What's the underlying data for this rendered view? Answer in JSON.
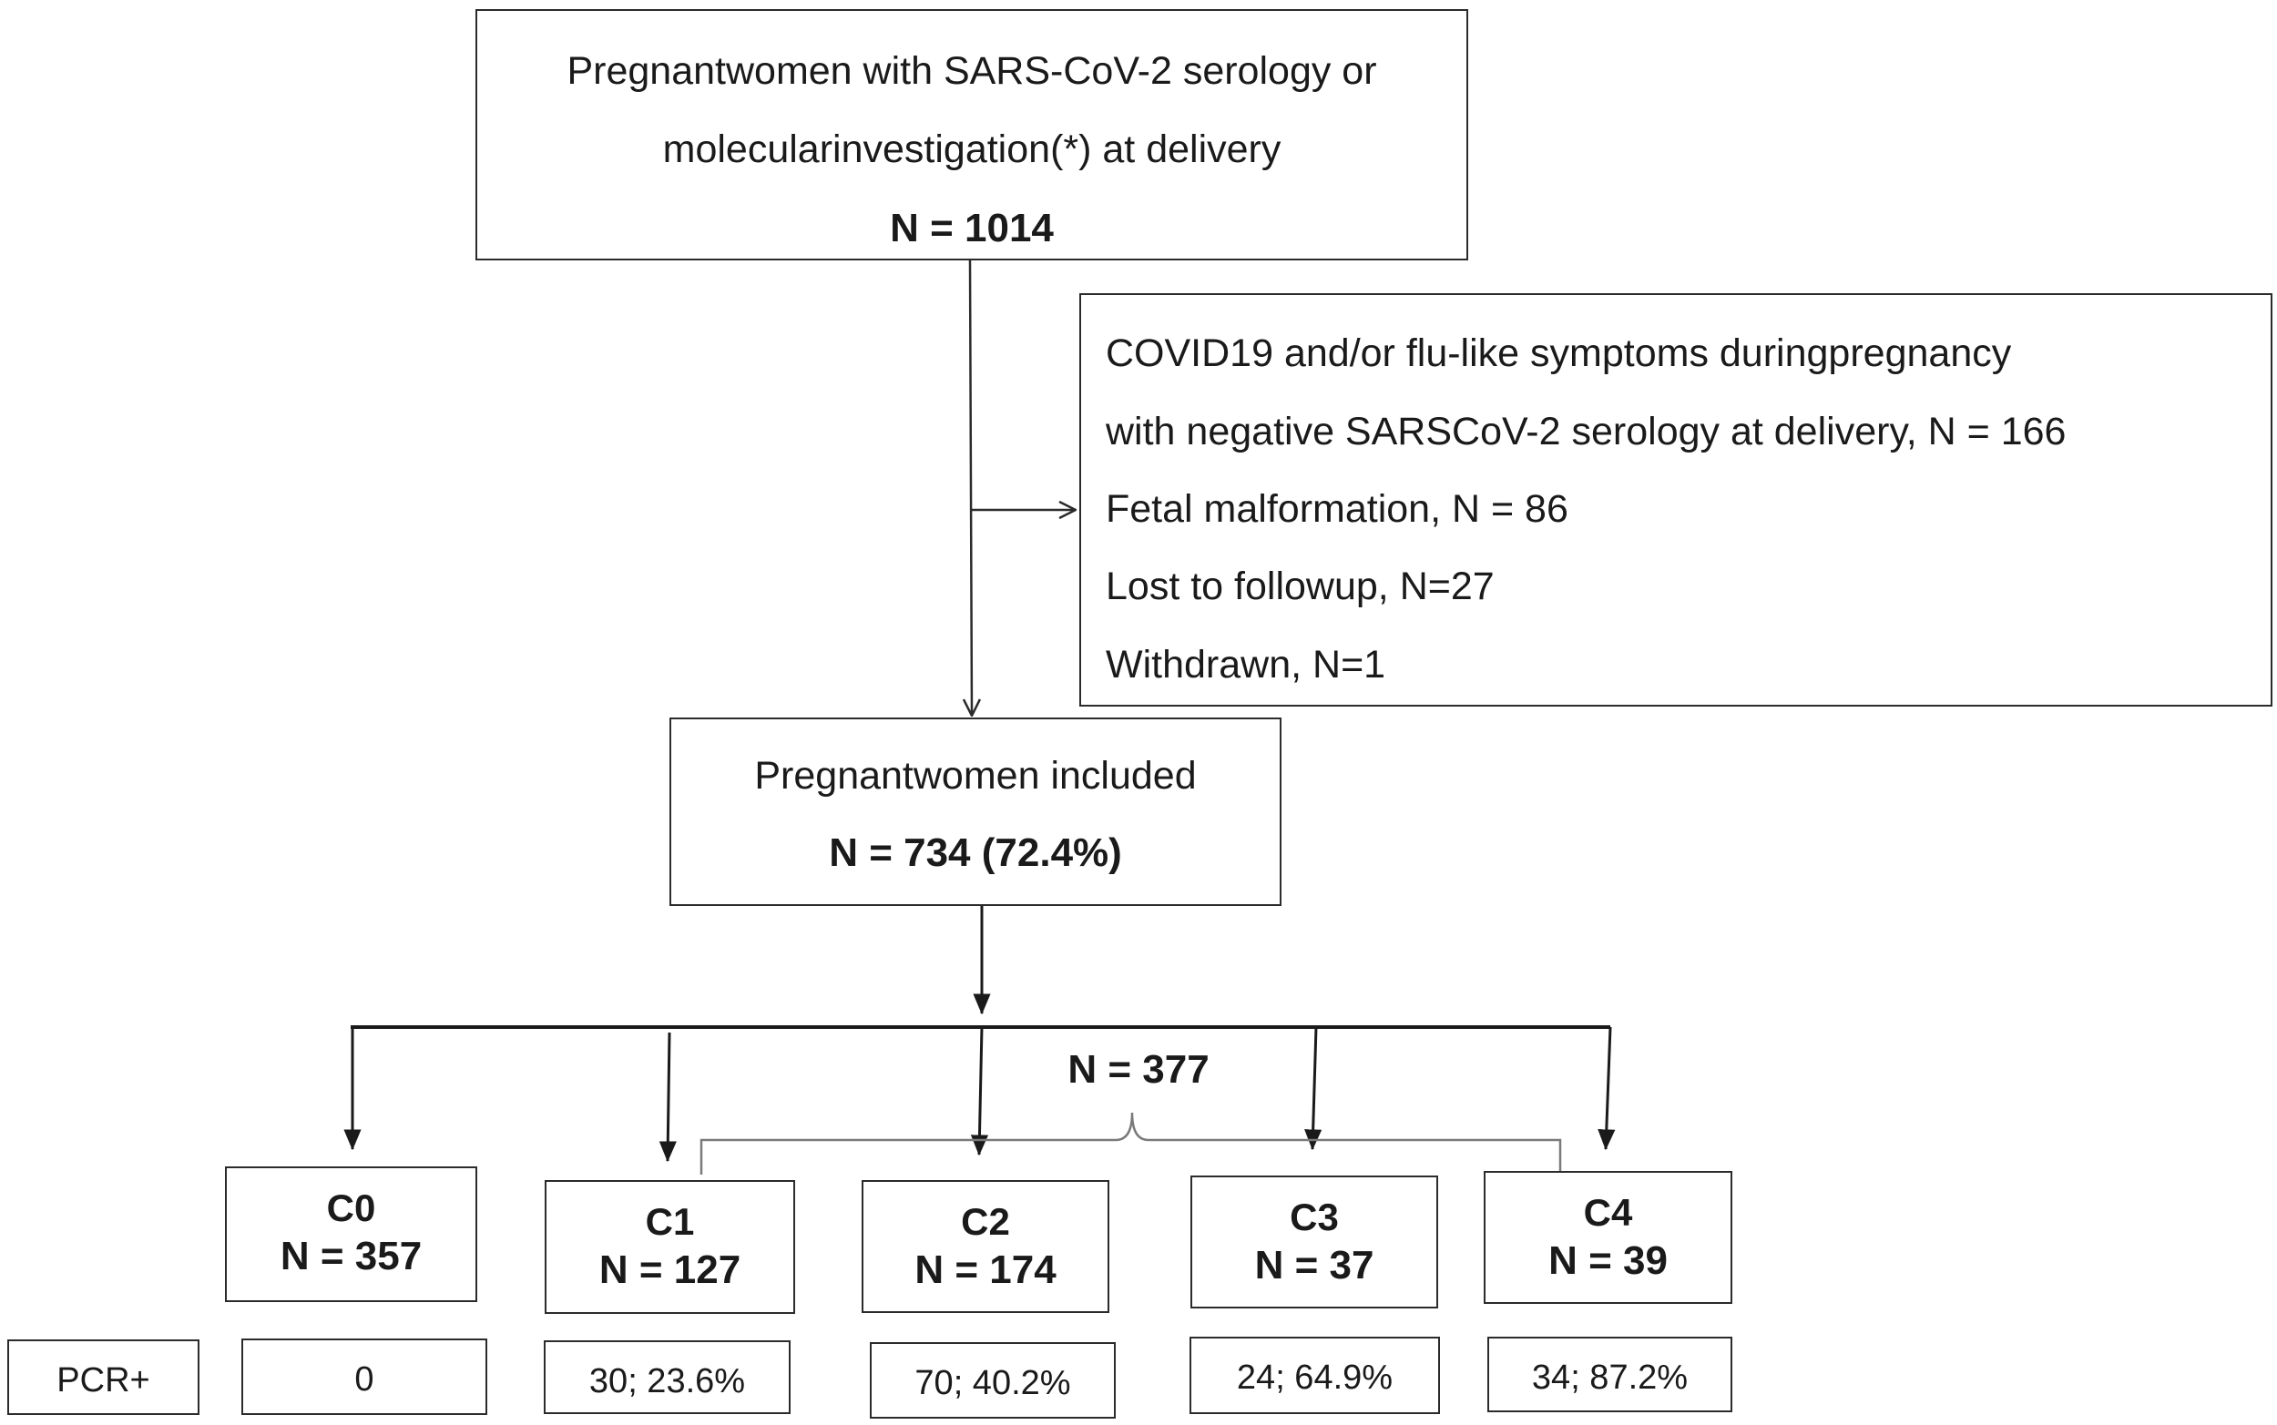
{
  "top_box": {
    "line1": "Pregnantwomen with SARS-CoV-2  serology or",
    "line2": "molecularinvestigation(*) at delivery",
    "count": "N = 1014"
  },
  "exclusions": [
    "COVID19 and/or flu-like symptoms duringpregnancy",
    "with negative  SARSCoV-2 serology at delivery,  N = 166",
    "Fetal malformation, N = 86",
    "Lost to followup, N=27",
    "Withdrawn, N=1"
  ],
  "included_box": {
    "line1": "Pregnantwomen included",
    "count": "N = 734 (72.4%)"
  },
  "group_total": "N = 377",
  "categories": [
    {
      "name": "C0",
      "count": "N = 357",
      "pcr": "0"
    },
    {
      "name": "C1",
      "count": "N = 127",
      "pcr": "30; 23.6%"
    },
    {
      "name": "C2",
      "count": "N = 174",
      "pcr": "70; 40.2%"
    },
    {
      "name": "C3",
      "count": "N = 37",
      "pcr": "24; 64.9%"
    },
    {
      "name": "C4",
      "count": "N = 39",
      "pcr": "34; 87.2%"
    }
  ],
  "pcr_label": "PCR+"
}
